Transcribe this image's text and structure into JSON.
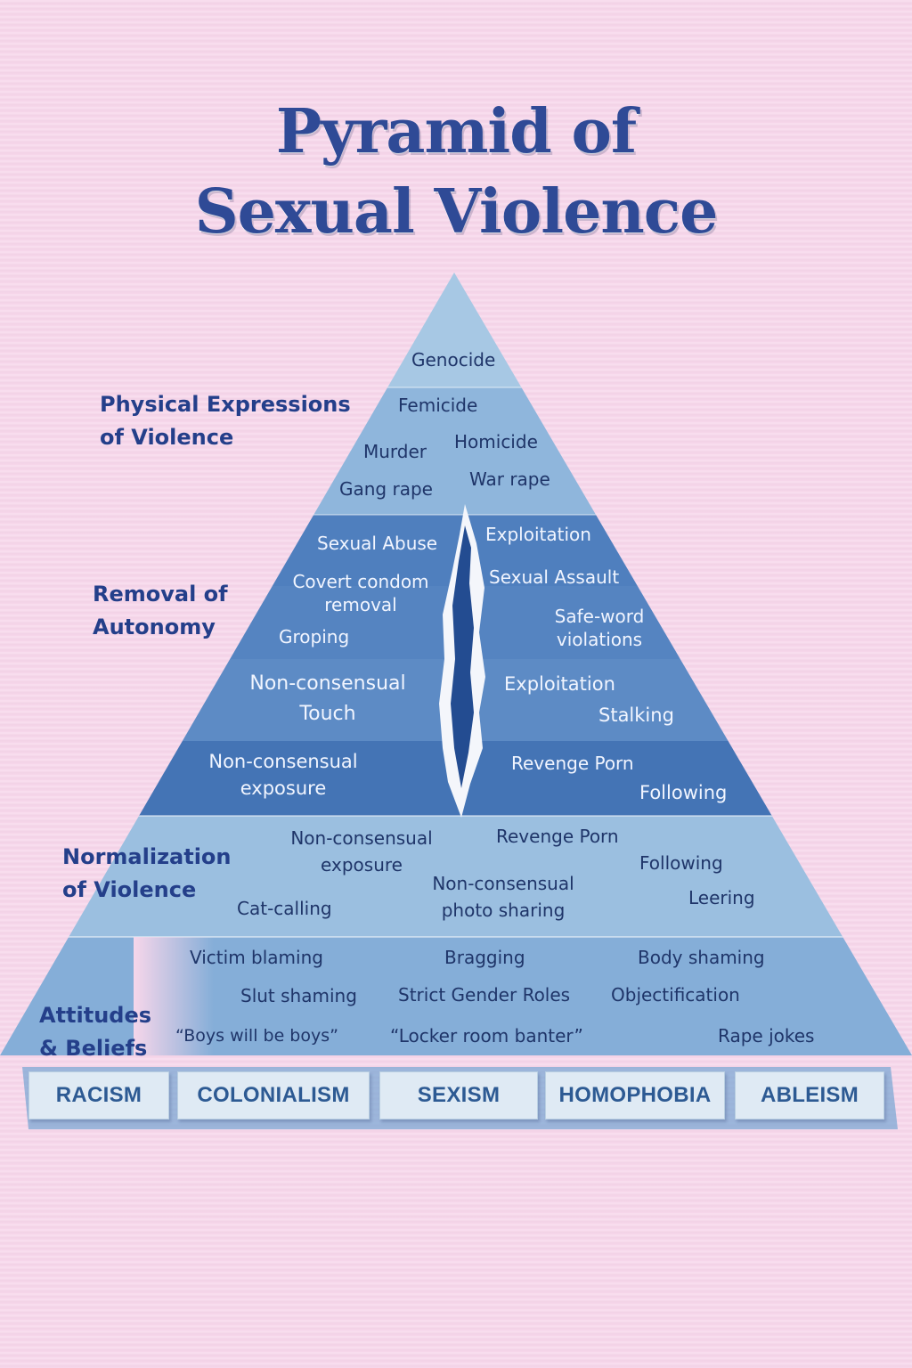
{
  "title": {
    "line1": "Pyramid of",
    "line2": "Sexual Violence"
  },
  "tiers": {
    "physical": {
      "label": [
        "Physical Expressions",
        "of Violence"
      ],
      "items": [
        "Genocide",
        "Femicide",
        "Murder",
        "Homicide",
        "Gang rape",
        "War rape"
      ]
    },
    "removal": {
      "label": [
        "Removal of",
        "Autonomy"
      ],
      "items": [
        "Sexual Abuse",
        "Exploitation",
        "Covert condom",
        "removal",
        "Sexual Assault",
        "Safe-word",
        "violations",
        "Groping",
        "Non-consensual",
        "Touch",
        "Exploitation",
        "Stalking",
        "Non-consensual",
        "exposure",
        "Revenge Porn",
        "Following"
      ]
    },
    "normalization": {
      "label": [
        "Normalization",
        "of Violence"
      ],
      "items": [
        "Non-consensual",
        "exposure",
        "Revenge Porn",
        "Following",
        "Non-consensual",
        "photo sharing",
        "Leering",
        "Cat-calling"
      ]
    },
    "attitudes": {
      "label": [
        "Attitudes",
        "& Beliefs"
      ],
      "items": [
        "Victim blaming",
        "Bragging",
        "Body shaming",
        "Slut shaming",
        "Strict Gender Roles",
        "Objectification",
        "“Boys will be boys”",
        "“Locker room banter”",
        "Rape jokes"
      ]
    }
  },
  "base": [
    "RACISM",
    "COLONIALISM",
    "SEXISM",
    "HOMOPHOBIA",
    "ABLEISM"
  ],
  "colors": {
    "background": "#f6d6ea",
    "title": "#2f4a96",
    "tier_top": "#9fc3e2",
    "tier_dark": "#3f6fb0",
    "base_text": "#2d5a93"
  }
}
